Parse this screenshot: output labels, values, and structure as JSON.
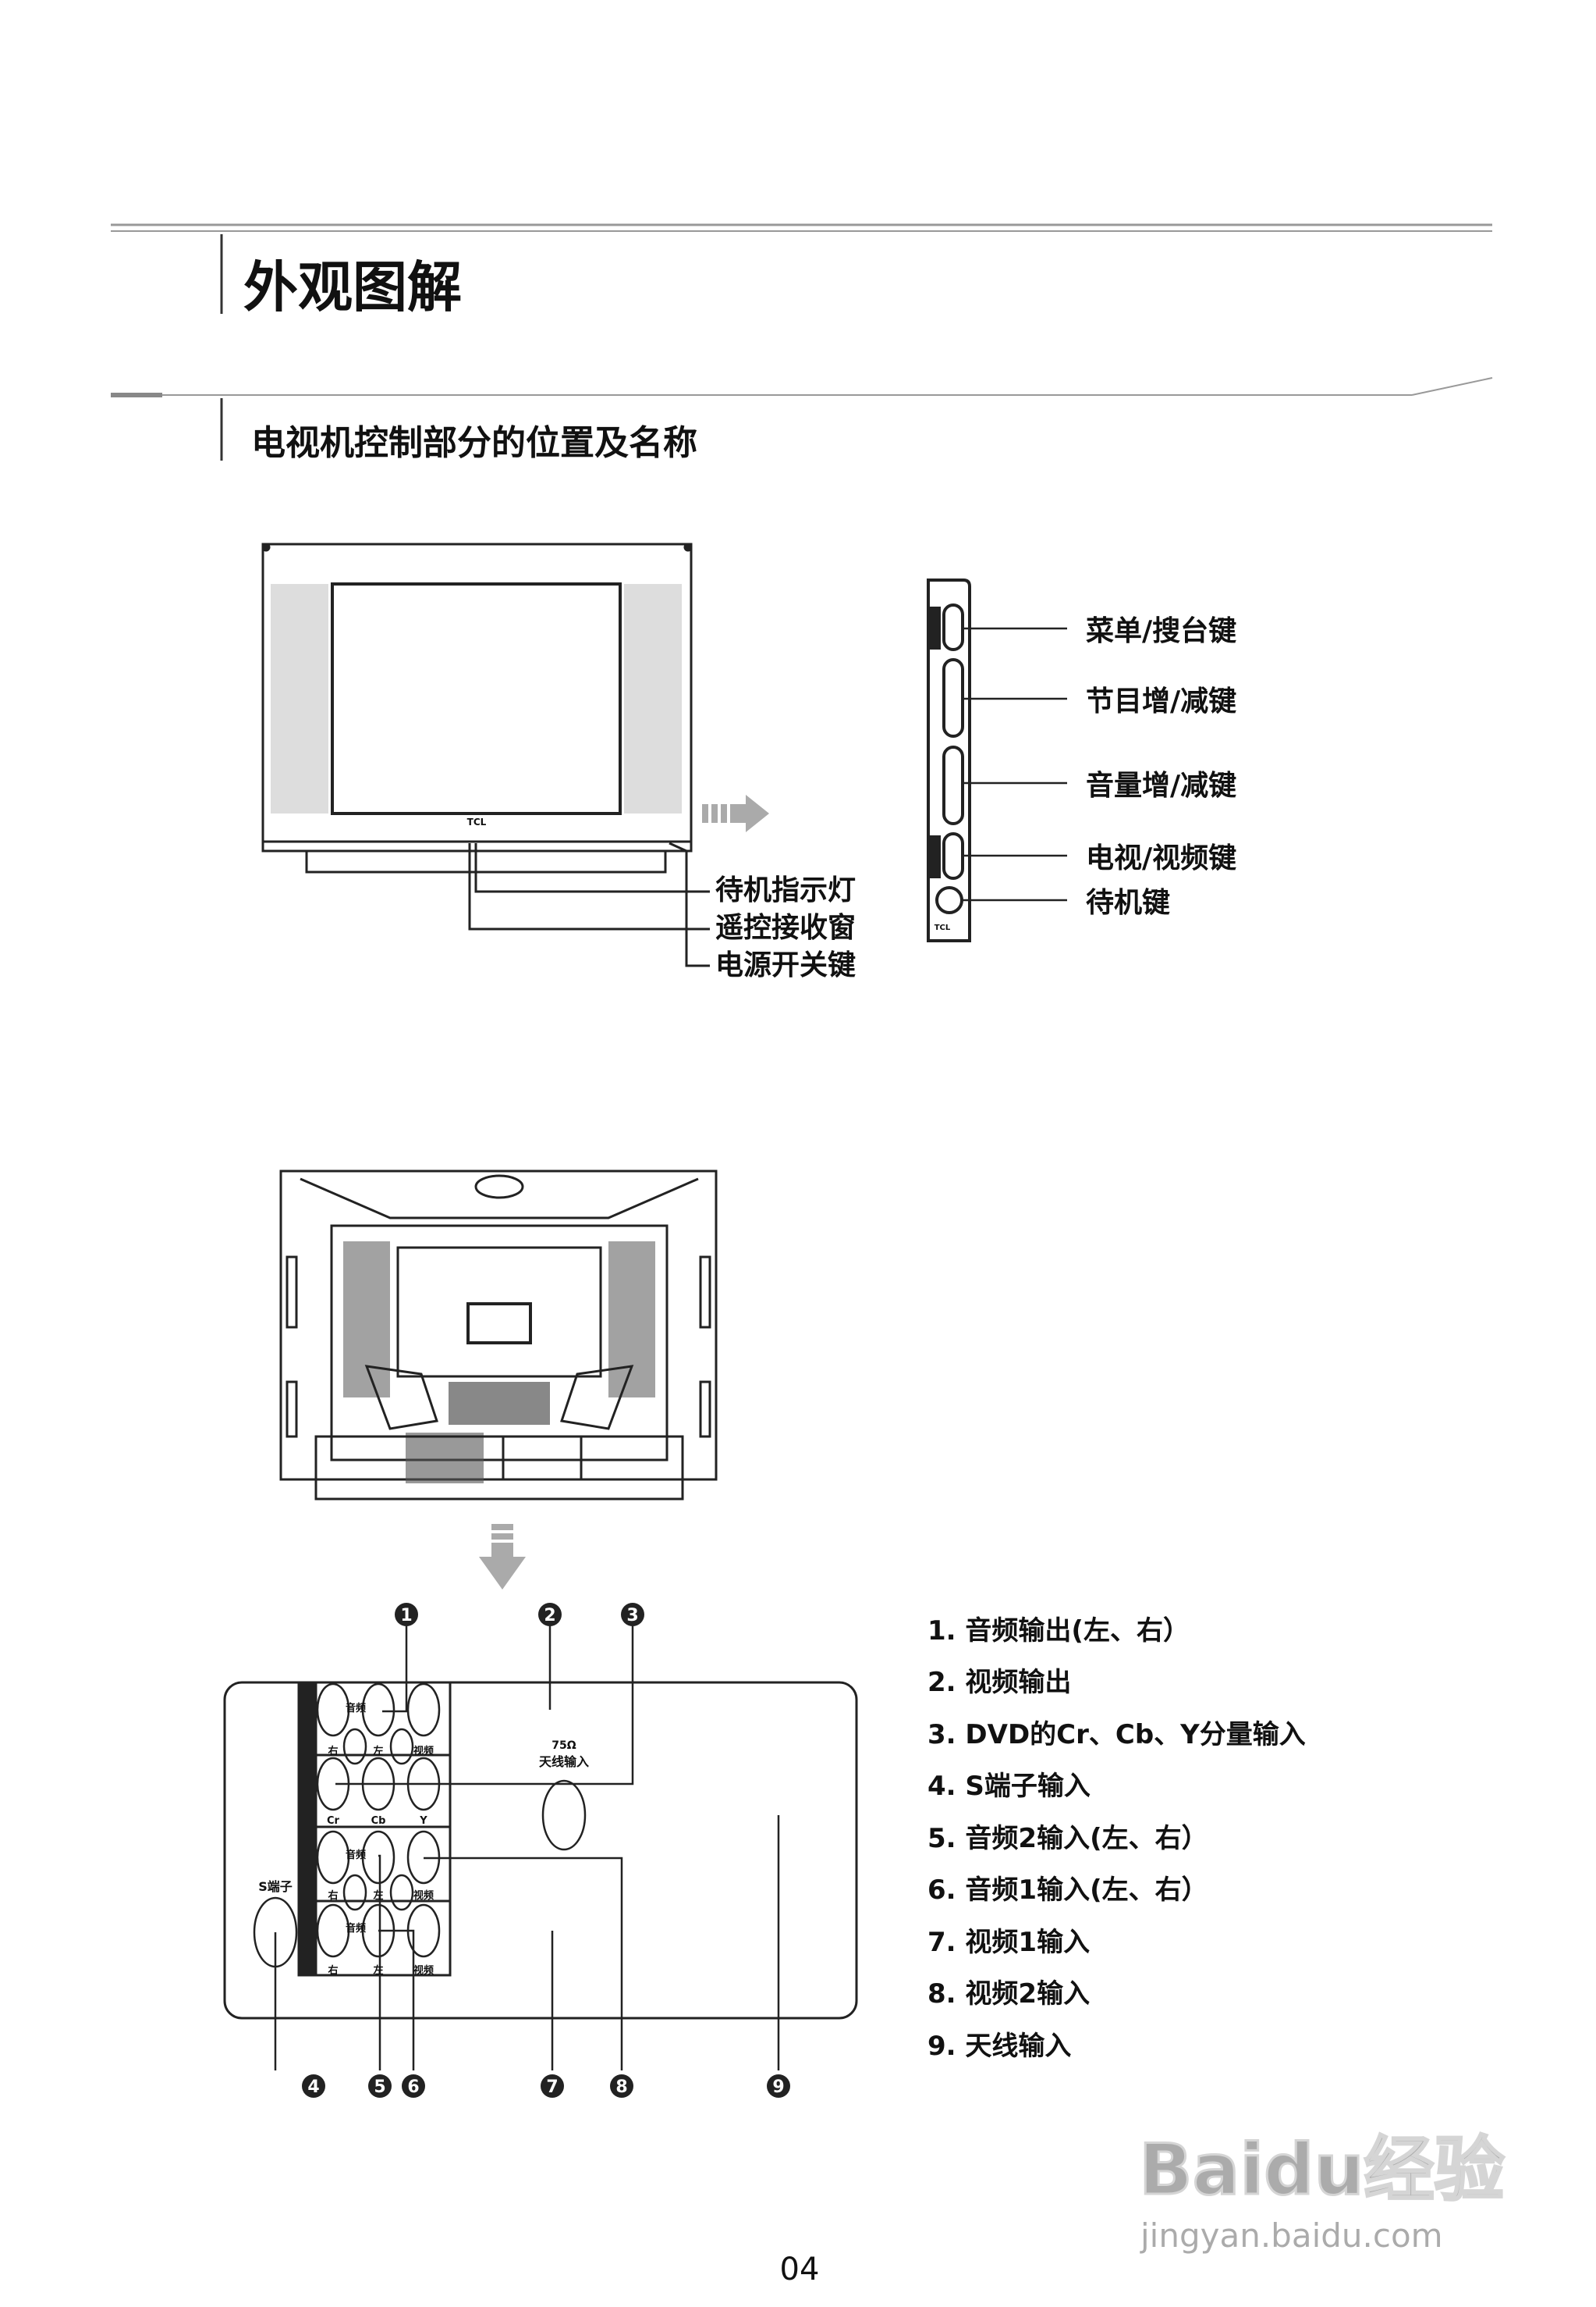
{
  "page": {
    "title": "外观图解",
    "subtitle": "电视机控制部分的位置及名称",
    "page_number": "04"
  },
  "front": {
    "brand": "TCL",
    "callouts": [
      "待机指示灯",
      "遥控接收窗",
      "电源开关键"
    ]
  },
  "side_panel": {
    "brand": "TCL",
    "callouts": [
      "菜单/搜台键",
      "节目增/减键",
      "音量增/减键",
      "电视/视频键",
      "待机键"
    ]
  },
  "jack_panel": {
    "s_terminal_label": "S端子",
    "antenna_ohm": "75Ω",
    "antenna_label": "天线输入",
    "row1": [
      "右",
      "音频",
      "左",
      "视频"
    ],
    "row2": [
      "Cr",
      "Cb",
      "Y"
    ],
    "row3": [
      "右",
      "音频",
      "左",
      "视频"
    ],
    "row4": [
      "右",
      "音频",
      "左",
      "视频"
    ],
    "markers": [
      "1",
      "2",
      "3",
      "4",
      "5",
      "6",
      "7",
      "8",
      "9"
    ]
  },
  "legend": [
    "1. 音频输出(左、右）",
    "2. 视频输出",
    "3. DVD的Cr、Cb、Y分量输入",
    "4. S端子输入",
    "5. 音频2输入(左、右）",
    "6. 音频1输入(左、右）",
    "7. 视频1输入",
    "8. 视频2输入",
    "9. 天线输入"
  ],
  "watermark": {
    "brand": "Baidu经验",
    "url": "jingyan.baidu.com"
  }
}
